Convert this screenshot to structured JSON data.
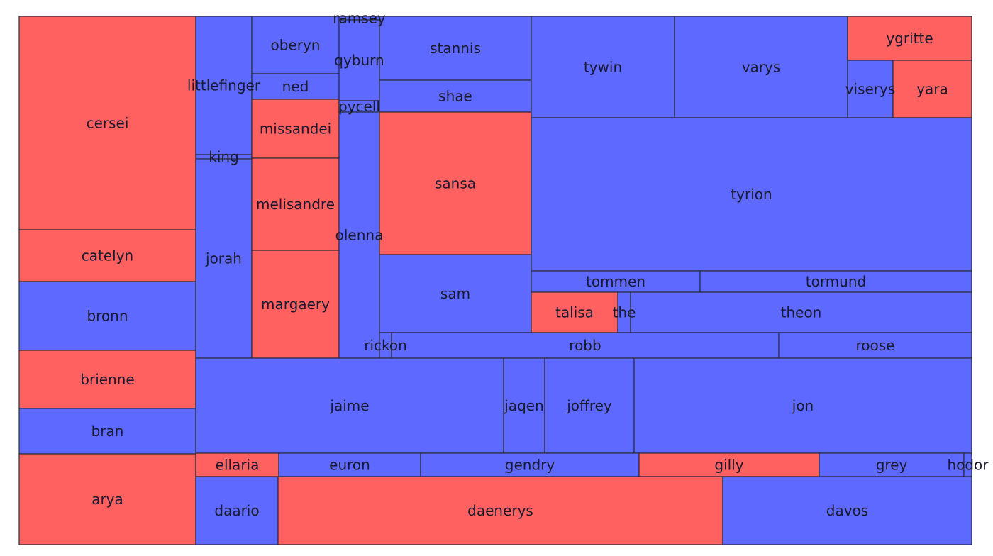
{
  "chart_data": {
    "type": "treemap",
    "colors": {
      "female": "#ff6060",
      "male": "#5e69ff",
      "border": "#2b2b3a",
      "text": "#1a1a2e"
    },
    "items": [
      {
        "label": "cersei",
        "group": "female"
      },
      {
        "label": "catelyn",
        "group": "female"
      },
      {
        "label": "bronn",
        "group": "male"
      },
      {
        "label": "brienne",
        "group": "female"
      },
      {
        "label": "bran",
        "group": "male"
      },
      {
        "label": "arya",
        "group": "female"
      },
      {
        "label": "littlefinger",
        "group": "male"
      },
      {
        "label": "king",
        "group": "male"
      },
      {
        "label": "jorah",
        "group": "male"
      },
      {
        "label": "oberyn",
        "group": "male"
      },
      {
        "label": "ned",
        "group": "male"
      },
      {
        "label": "missandei",
        "group": "female"
      },
      {
        "label": "melisandre",
        "group": "female"
      },
      {
        "label": "margaery",
        "group": "female"
      },
      {
        "label": "ramsey",
        "group": "male"
      },
      {
        "label": "qyburn",
        "group": "male"
      },
      {
        "label": "pycell",
        "group": "male"
      },
      {
        "label": "olenna",
        "group": "male"
      },
      {
        "label": "stannis",
        "group": "male"
      },
      {
        "label": "shae",
        "group": "male"
      },
      {
        "label": "sansa",
        "group": "female"
      },
      {
        "label": "sam",
        "group": "male"
      },
      {
        "label": "tywin",
        "group": "male"
      },
      {
        "label": "varys",
        "group": "male"
      },
      {
        "label": "ygritte",
        "group": "female"
      },
      {
        "label": "viserys",
        "group": "male"
      },
      {
        "label": "yara",
        "group": "female"
      },
      {
        "label": "tyrion",
        "group": "male"
      },
      {
        "label": "tommen",
        "group": "male"
      },
      {
        "label": "tormund",
        "group": "male"
      },
      {
        "label": "talisa",
        "group": "female"
      },
      {
        "label": "the",
        "group": "male"
      },
      {
        "label": "theon",
        "group": "male"
      },
      {
        "label": "rickon",
        "group": "male"
      },
      {
        "label": "robb",
        "group": "male"
      },
      {
        "label": "roose",
        "group": "male"
      },
      {
        "label": "jaime",
        "group": "male"
      },
      {
        "label": "jaqen",
        "group": "male"
      },
      {
        "label": "joffrey",
        "group": "male"
      },
      {
        "label": "jon",
        "group": "male"
      },
      {
        "label": "ellaria",
        "group": "female"
      },
      {
        "label": "euron",
        "group": "male"
      },
      {
        "label": "gendry",
        "group": "male"
      },
      {
        "label": "gilly",
        "group": "female"
      },
      {
        "label": "grey",
        "group": "male"
      },
      {
        "label": "hodor",
        "group": "male"
      },
      {
        "label": "daario",
        "group": "male"
      },
      {
        "label": "daenerys",
        "group": "female"
      },
      {
        "label": "davos",
        "group": "male"
      }
    ]
  }
}
